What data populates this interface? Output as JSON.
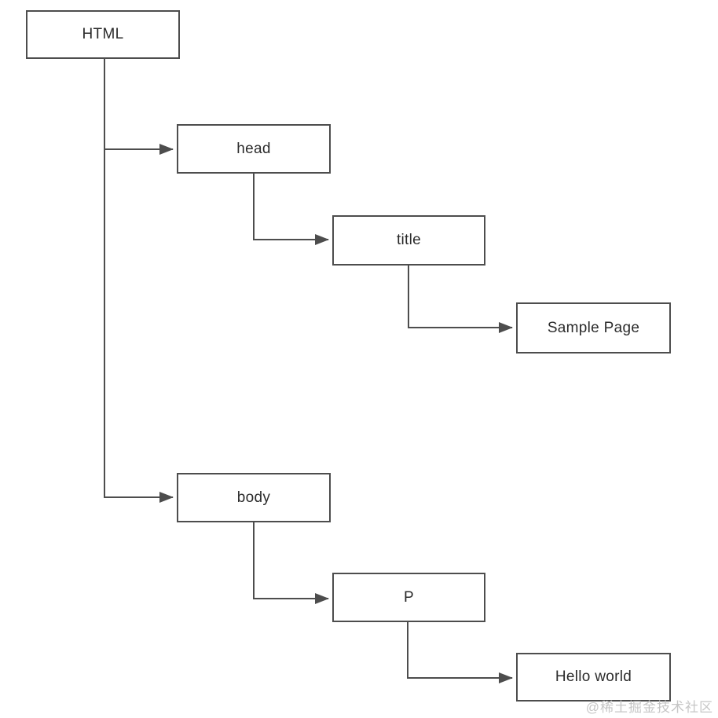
{
  "diagram": {
    "type": "tree",
    "description": "DOM tree of a simple HTML document",
    "nodes": {
      "html": {
        "label": "HTML"
      },
      "head": {
        "label": "head"
      },
      "title": {
        "label": "title"
      },
      "sample": {
        "label": "Sample Page"
      },
      "body": {
        "label": "body"
      },
      "p": {
        "label": "P"
      },
      "hello": {
        "label": "Hello world"
      }
    },
    "edges": [
      {
        "from": "html",
        "to": "head"
      },
      {
        "from": "html",
        "to": "body"
      },
      {
        "from": "head",
        "to": "title"
      },
      {
        "from": "title",
        "to": "sample"
      },
      {
        "from": "body",
        "to": "p"
      },
      {
        "from": "p",
        "to": "hello"
      }
    ]
  },
  "colors": {
    "background": "#ffffff",
    "box_border": "#4d4d4d",
    "line": "#4d4d4d",
    "text": "#2b2b2b",
    "watermark": "#c6c6c6"
  },
  "watermark": {
    "text": "@稀土掘金技术社区"
  }
}
